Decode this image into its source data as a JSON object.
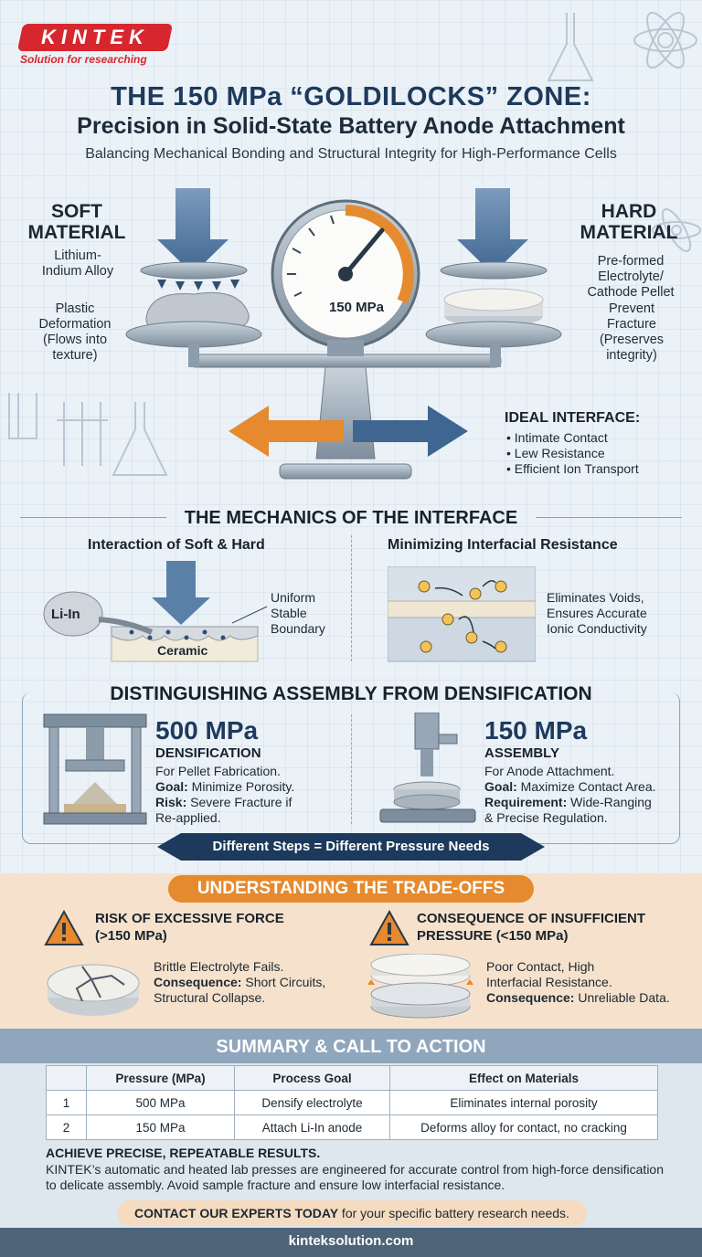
{
  "brand": {
    "name": "KINTEK",
    "tagline": "Solution for researching"
  },
  "header": {
    "title": "THE 150 MPa “GOLDILOCKS” ZONE:",
    "subtitle": "Precision in Solid-State Battery Anode Attachment",
    "tagline": "Balancing Mechanical Bonding and Structural Integrity for High-Performance Cells"
  },
  "scale": {
    "gauge_label": "150 MPa",
    "soft": {
      "title": "SOFT\nMATERIAL",
      "material": "Lithium-\nIndium Alloy",
      "behavior": "Plastic\nDeformation\n(Flows into\ntexture)"
    },
    "hard": {
      "title": "HARD\nMATERIAL",
      "material": "Pre-formed\nElectrolyte/\nCathode Pellet",
      "behavior": "Prevent\nFracture\n(Preserves\nintegrity)"
    },
    "ideal": {
      "title": "IDEAL INTERFACE:",
      "items": [
        "• Intimate Contact",
        "• Lew Resistance",
        "• Efficient Ion Transport"
      ]
    }
  },
  "mechanics": {
    "title": "THE MECHANICS OF THE INTERFACE",
    "left": {
      "title": "Interaction of Soft & Hard",
      "lin": "Li-In",
      "ceramic": "Ceramic",
      "boundary": "Uniform\nStable\nBoundary"
    },
    "right": {
      "title": "Minimizing Interfacial Resistance",
      "note": "Eliminates Voids,\nEnsures Accurate\nIonic Conductivity"
    }
  },
  "assembly": {
    "title": "DISTINGUISHING ASSEMBLY FROM DENSIFICATION",
    "left": {
      "pressure": "500 MPa",
      "label": "DENSIFICATION",
      "line1": "For Pellet Fabrication.",
      "goal_k": "Goal:",
      "goal_v": " Minimize Porosity.",
      "risk_k": "Risk:",
      "risk_v": " Severe Fracture if\nRe-applied."
    },
    "right": {
      "pressure": "150 MPa",
      "label": "ASSEMBLY",
      "line1": "For Anode Attachment.",
      "goal_k": "Goal:",
      "goal_v": " Maximize Contact Area.",
      "req_k": "Requirement:",
      "req_v": " Wide-Ranging\n& Precise Regulation."
    },
    "banner": "Different Steps = Different Pressure Needs"
  },
  "tradeoffs": {
    "title": "UNDERSTANDING THE TRADE-OFFS",
    "left": {
      "title": "RISK OF EXCESSIVE FORCE\n(>150 MPa)",
      "line1": "Brittle Electrolyte Fails.",
      "cons_k": "Consequence:",
      "cons_v": " Short Circuits,\nStructural Collapse."
    },
    "right": {
      "title": "CONSEQUENCE OF INSUFFICIENT\nPRESSURE (<150 MPa)",
      "line1": "Poor Contact, High\nInterfacial Resistance.",
      "cons_k": "Consequence:",
      "cons_v": " Unreliable Data."
    }
  },
  "summary": {
    "title": "SUMMARY & CALL TO ACTION",
    "headers": [
      "",
      "Pressure (MPa)",
      "Process Goal",
      "Effect on Materials"
    ],
    "rows": [
      [
        "1",
        "500 MPa",
        "Densify electrolyte",
        "Eliminates internal porosity"
      ],
      [
        "2",
        "150 MPa",
        "Attach Li-In anode",
        "Deforms alloy for contact, no cracking"
      ]
    ],
    "cta_title": "ACHIEVE PRECISE, REPEATABLE RESULTS.",
    "cta_text": "KINTEK’s automatic and heated lab presses are engineered for accurate control from high-force densification to delicate assembly. Avoid sample fracture and ensure low interfacial resistance.",
    "cta_bold": "CONTACT OUR EXPERTS TODAY",
    "cta_rest": " for your specific battery research needs.",
    "website": "kinteksolution.com"
  },
  "colors": {
    "navy": "#1d3a5c",
    "accent_orange": "#e58a2e",
    "brand_red": "#d7272e",
    "steel": "#8c9cab"
  }
}
